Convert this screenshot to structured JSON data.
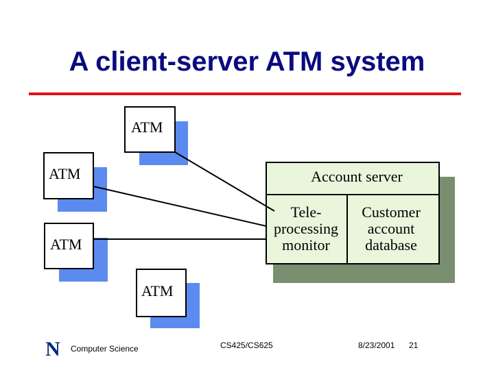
{
  "slide": {
    "title": "A client-server ATM system",
    "colors": {
      "title": "#0a0a80",
      "rule": "#e0121a",
      "atm_shadow": "#5b8bef",
      "server_fill": "#eaf6dc",
      "server_shadow": "#7a8f70",
      "logo": "#0a2a80"
    }
  },
  "diagram": {
    "atms": [
      {
        "label": "ATM"
      },
      {
        "label": "ATM"
      },
      {
        "label": "ATM"
      },
      {
        "label": "ATM"
      }
    ],
    "server": {
      "title": "Account server",
      "monitor_lines": [
        "Tele-",
        "processing",
        "monitor"
      ],
      "database_lines": [
        "Customer",
        "account",
        "database"
      ]
    }
  },
  "footer": {
    "logo_letter": "N",
    "department": "Computer Science",
    "course": "CS425/CS625",
    "date": "8/23/2001",
    "page": "21"
  }
}
